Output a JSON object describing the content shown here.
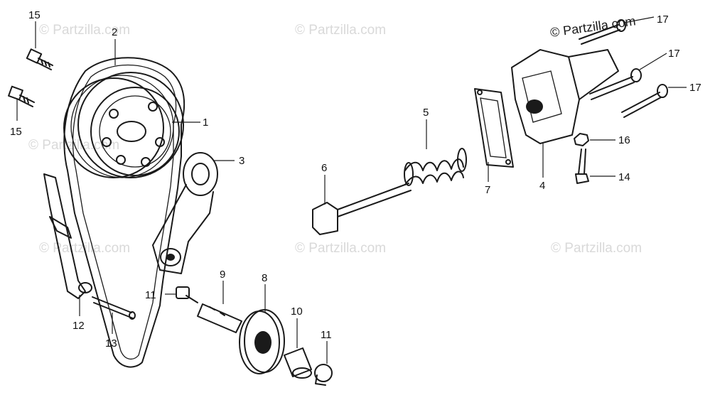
{
  "watermarks": [
    {
      "id": "wm-1",
      "text": "© Partzilla.com"
    },
    {
      "id": "wm-2",
      "text": "© Partzilla.com"
    },
    {
      "id": "wm-3",
      "text": "© Partzilla.com"
    },
    {
      "id": "wm-4",
      "text": "© Partzilla.com"
    },
    {
      "id": "wm-5",
      "text": "© Partzilla.com"
    },
    {
      "id": "wm-6",
      "text": "© Partzilla.com"
    },
    {
      "id": "wm-7",
      "text": "© Partzilla.com"
    }
  ],
  "callouts": [
    {
      "id": "c15a",
      "text": "15"
    },
    {
      "id": "c15b",
      "text": "15"
    },
    {
      "id": "c2",
      "text": "2"
    },
    {
      "id": "c1",
      "text": "1"
    },
    {
      "id": "c3",
      "text": "3"
    },
    {
      "id": "c12",
      "text": "12"
    },
    {
      "id": "c13",
      "text": "13"
    },
    {
      "id": "c11a",
      "text": "11"
    },
    {
      "id": "c9",
      "text": "9"
    },
    {
      "id": "c8",
      "text": "8"
    },
    {
      "id": "c10",
      "text": "10"
    },
    {
      "id": "c11b",
      "text": "11"
    },
    {
      "id": "c6",
      "text": "6"
    },
    {
      "id": "c5",
      "text": "5"
    },
    {
      "id": "c7",
      "text": "7"
    },
    {
      "id": "c4",
      "text": "4"
    },
    {
      "id": "c17a",
      "text": "17"
    },
    {
      "id": "c17b",
      "text": "17"
    },
    {
      "id": "c17c",
      "text": "17"
    },
    {
      "id": "c16",
      "text": "16"
    },
    {
      "id": "c14",
      "text": "14"
    }
  ]
}
